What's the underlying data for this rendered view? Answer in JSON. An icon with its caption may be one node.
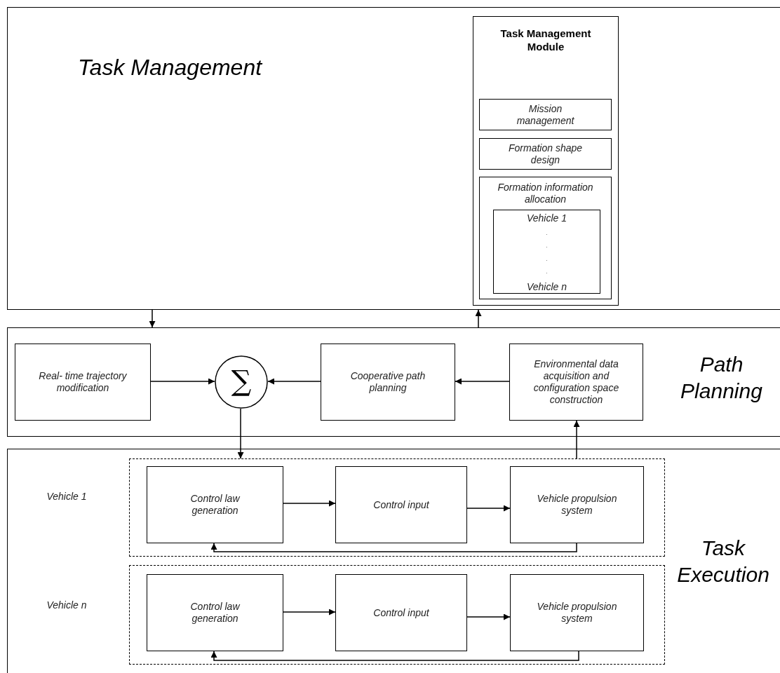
{
  "diagram": {
    "nodes": [
      {
        "text": [
          "Task Management"
        ]
      },
      {
        "text": [
          "Task Management Module"
        ],
        "in": 0
      },
      {
        "text": [
          "Mission management"
        ],
        "in": 1
      },
      {
        "text": [
          "Formation shape design"
        ],
        "in": 1
      },
      {
        "text": [
          "Formation information allocation"
        ],
        "in": 1
      },
      {
        "text": [
          "Vehicle 1",
          ".",
          ".",
          ".",
          ".",
          "Vehicle n"
        ],
        "in": 4
      },
      {
        "text": [
          "Path Planning"
        ]
      },
      {
        "text": [
          "Real- time trajectory modification"
        ],
        "in": 6
      },
      {
        "text": [
          "∑"
        ],
        "in": 6
      },
      {
        "text": [
          "Cooperative path planning"
        ],
        "in": 6
      },
      {
        "text": [
          "Environmental data acquisition and configuration space construction"
        ],
        "in": 6
      },
      {
        "text": [
          "Task Execution"
        ]
      },
      {
        "text": [],
        "shape": "box",
        "in": 11
      },
      {
        "text": [
          "Control law generation"
        ],
        "in": 12
      },
      {
        "text": [
          "Control input"
        ],
        "in": 12
      },
      {
        "text": [
          "Vehicle propulsion system"
        ],
        "in": 12
      },
      {
        "text": [],
        "shape": "box",
        "in": 11
      },
      {
        "text": [
          "Control law generation"
        ],
        "in": 16
      },
      {
        "text": [
          "Control input"
        ],
        "in": 16
      },
      {
        "text": [
          "Vehicle propulsion system"
        ],
        "in": 16
      }
    ],
    "edges": [
      {
        "from": 0,
        "to": 6,
        "arrow": "to"
      },
      {
        "from": 6,
        "to": 0,
        "arrow": "to"
      },
      {
        "from": 7,
        "to": 8,
        "arrow": "to"
      },
      {
        "from": 9,
        "to": 8,
        "arrow": "to"
      },
      {
        "from": 10,
        "to": 9,
        "arrow": "to"
      },
      {
        "from": 8,
        "to": 12,
        "arrow": "to"
      },
      {
        "from": 12,
        "to": 10,
        "arrow": "to"
      },
      {
        "from": 13,
        "to": 14,
        "arrow": "to"
      },
      {
        "from": 14,
        "to": 15,
        "arrow": "to"
      },
      {
        "from": 15,
        "to": 13,
        "arrow": "to"
      },
      {
        "from": 17,
        "to": 18,
        "arrow": "to"
      },
      {
        "from": 18,
        "to": 19,
        "arrow": "to"
      },
      {
        "from": 19,
        "to": 17,
        "arrow": "to"
      }
    ],
    "labels": [
      "Vehicle 1",
      "Vehicle n"
    ]
  }
}
